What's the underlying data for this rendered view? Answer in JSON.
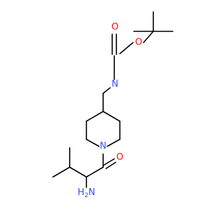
{
  "molecule": {
    "atoms": {
      "o_carbonyl_top": "O",
      "o_ester": "O",
      "n_carbamate": "N",
      "n_ring": "N",
      "o_amide": "O",
      "amine": "H",
      "amine_n": "N",
      "amine_subscript": "2"
    },
    "colors": {
      "oxygen": "#ff0d0d",
      "nitrogen": "#3050f8",
      "bond": "#000000",
      "background": "#ffffff"
    }
  }
}
